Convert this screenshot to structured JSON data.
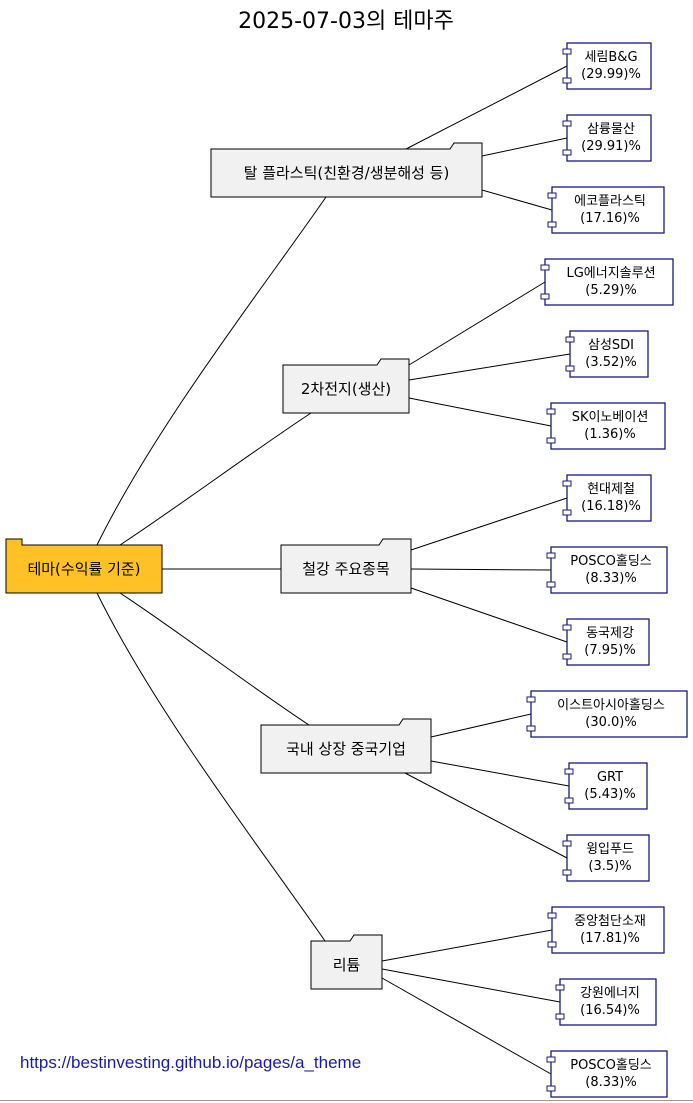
{
  "title": "2025-07-03의 테마주",
  "root": {
    "label": "테마(수익률 기준)",
    "color": "#FFC125"
  },
  "theme_fill": "#F1F1F1",
  "component_stroke": "#1A1A7A",
  "themes": [
    {
      "label": "탈 플라스틱(친환경/생분해성 등)",
      "stocks": [
        {
          "name": "세림B&G",
          "ret": "(29.99)%"
        },
        {
          "name": "삼륭물산",
          "ret": "(29.91)%"
        },
        {
          "name": "에코플라스틱",
          "ret": "(17.16)%"
        }
      ]
    },
    {
      "label": "2차전지(생산)",
      "stocks": [
        {
          "name": "LG에너지솔루션",
          "ret": "(5.29)%"
        },
        {
          "name": "삼성SDI",
          "ret": "(3.52)%"
        },
        {
          "name": "SK이노베이션",
          "ret": "(1.36)%"
        }
      ]
    },
    {
      "label": "철강 주요종목",
      "stocks": [
        {
          "name": "현대제철",
          "ret": "(16.18)%"
        },
        {
          "name": "POSCO홀딩스",
          "ret": "(8.33)%"
        },
        {
          "name": "동국제강",
          "ret": "(7.95)%"
        }
      ]
    },
    {
      "label": "국내 상장 중국기업",
      "stocks": [
        {
          "name": "이스트아시아홀딩스",
          "ret": "(30.0)%"
        },
        {
          "name": "GRT",
          "ret": "(5.43)%"
        },
        {
          "name": "윙입푸드",
          "ret": "(3.5)%"
        }
      ]
    },
    {
      "label": "리튬",
      "stocks": [
        {
          "name": "중앙첨단소재",
          "ret": "(17.81)%"
        },
        {
          "name": "강원에너지",
          "ret": "(16.54)%"
        },
        {
          "name": "POSCO홀딩스",
          "ret": "(8.33)%"
        }
      ]
    }
  ],
  "footer": {
    "url": "https://bestinvesting.github.io/pages/a_theme"
  }
}
